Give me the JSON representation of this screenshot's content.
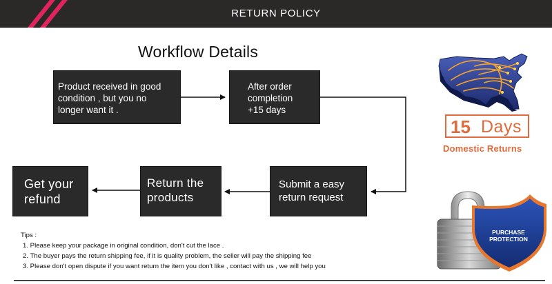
{
  "banner": {
    "title": "RETURN POLICY"
  },
  "workflow": {
    "title": "Workflow Details",
    "steps": [
      "Product  received in good\ncondition , but you no\nlonger want it .",
      "After order\ncompletion\n+15 days",
      "Submit a easy\nreturn request",
      "Return the\nproducts",
      "Get your\nrefund"
    ]
  },
  "tips": {
    "title": "Tips :",
    "items": [
      "1. Please keep your package in original condition, don't cut the lace .",
      "2. The buyer pays the return shipping fee, if it is quality problem, the seller will pay the shipping fee",
      "3.  Please don't open dispute if you want return the item you don't like , contact with us , we will help you"
    ]
  },
  "badges": {
    "days_number": "15",
    "days_word": "Days",
    "domestic": "Domestic Returns",
    "protection_line1": "PURCHASE",
    "protection_line2": "PROTECTION"
  },
  "colors": {
    "banner": "#2b2828",
    "stripe": "#e0245e",
    "box": "#2a2a2a",
    "accent_orange": "#e06a3b",
    "map_blue": "#2d3f8f",
    "shield_blue": "#1f3f97"
  },
  "icons": [
    "usa-map-icon",
    "padlock-icon",
    "shield-icon"
  ]
}
